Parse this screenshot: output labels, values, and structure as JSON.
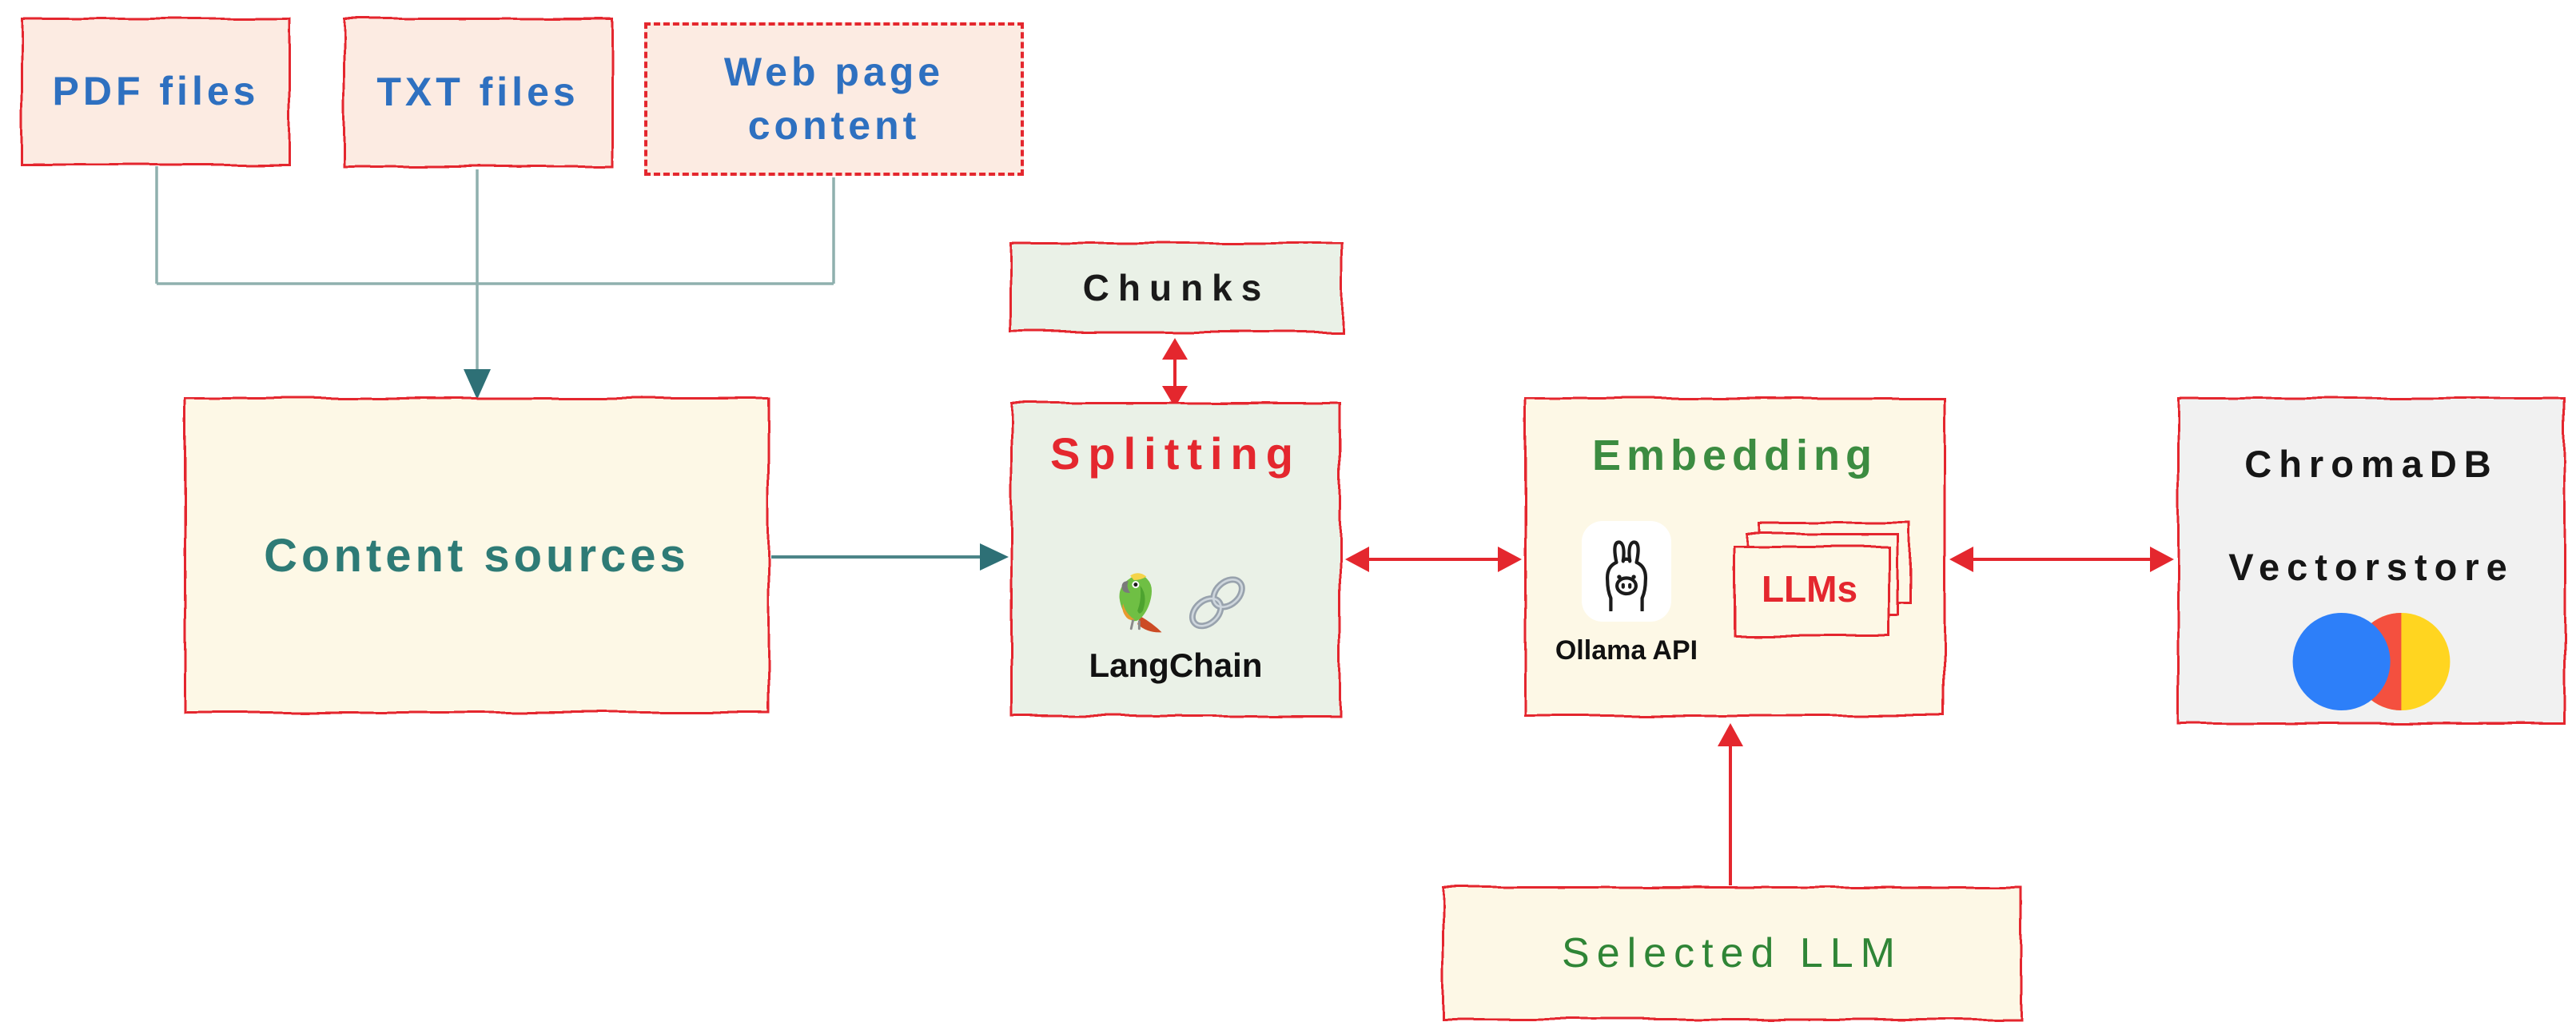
{
  "diagram": {
    "title_implicit": "RAG ingestion pipeline",
    "nodes": {
      "pdf": {
        "label": "PDF files"
      },
      "txt": {
        "label": "TXT files"
      },
      "web": {
        "label_line1": "Web page",
        "label_line2": "content"
      },
      "content_sources": {
        "label": "Content sources"
      },
      "chunks": {
        "label": "Chunks"
      },
      "splitting": {
        "label": "Splitting",
        "tool": "LangChain"
      },
      "embedding": {
        "label": "Embedding",
        "api": "Ollama API",
        "models": "LLMs"
      },
      "vectorstore": {
        "label_line1": "ChromaDB",
        "label_line2": "Vectorstore"
      },
      "selected_llm": {
        "label": "Selected LLM"
      }
    },
    "edges": [
      {
        "from": "pdf",
        "to": "content_sources",
        "color": "teal",
        "arrow": "end",
        "shape": "elbow"
      },
      {
        "from": "txt",
        "to": "content_sources",
        "color": "teal",
        "arrow": "end",
        "shape": "straight"
      },
      {
        "from": "web",
        "to": "content_sources",
        "color": "teal",
        "arrow": "end",
        "shape": "elbow"
      },
      {
        "from": "content_sources",
        "to": "splitting",
        "color": "teal",
        "arrow": "end",
        "shape": "straight"
      },
      {
        "from": "splitting",
        "to": "chunks",
        "color": "red",
        "arrow": "both",
        "shape": "straight"
      },
      {
        "from": "splitting",
        "to": "embedding",
        "color": "red",
        "arrow": "both",
        "shape": "straight"
      },
      {
        "from": "embedding",
        "to": "vectorstore",
        "color": "red",
        "arrow": "both",
        "shape": "straight"
      },
      {
        "from": "selected_llm",
        "to": "embedding",
        "color": "red",
        "arrow": "end",
        "shape": "straight"
      }
    ],
    "icons": {
      "splitting": [
        "parrot-icon",
        "chain-link-icon"
      ],
      "embedding": [
        "ollama-llama-icon",
        "llms-stack-icon"
      ],
      "vectorstore": [
        "chroma-logo-icon"
      ]
    },
    "colors": {
      "border_red": "#e4272e",
      "fill_pink": "#fcebe2",
      "fill_cream": "#fdf8e6",
      "fill_light_green": "#eaf1e7",
      "fill_light_gray": "#f1f1f1",
      "text_blue": "#2e70c0",
      "text_teal": "#2e7b76",
      "text_green": "#3c8c41",
      "text_red": "#e4272e",
      "text_black": "#1a1a1a",
      "connector_teal_light": "#8fb0ae",
      "connector_teal_dark": "#2e7076",
      "connector_red": "#e4272e",
      "chroma_blue": "#2d7ff9",
      "chroma_orange": "#f4503f",
      "chroma_yellow": "#ffd520"
    }
  }
}
